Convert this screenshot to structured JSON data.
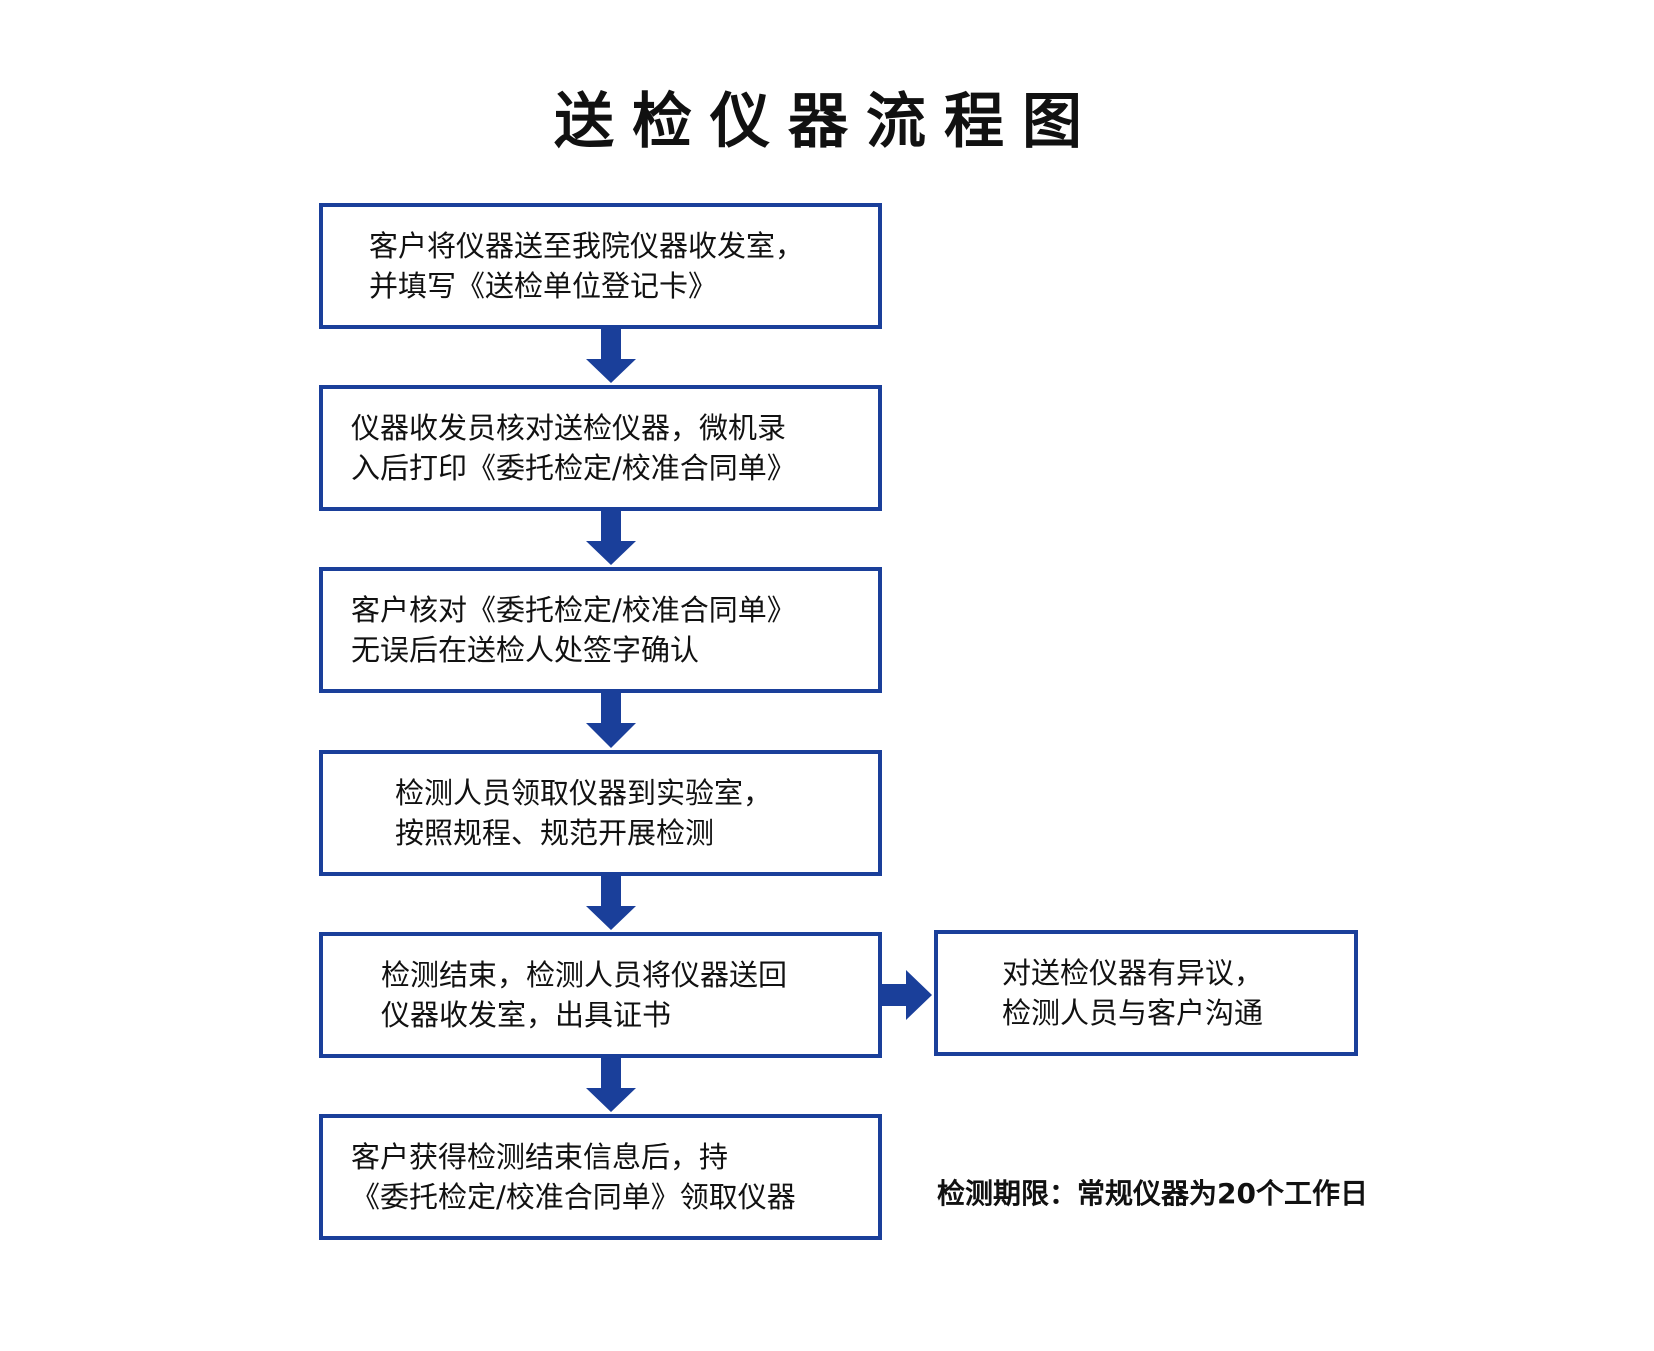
{
  "title": "送检仪器流程图",
  "steps": [
    {
      "line1": "客户将仪器送至我院仪器收发室，",
      "line2": "并填写《送检单位登记卡》"
    },
    {
      "line1": "仪器收发员核对送检仪器，微机录",
      "line2": "入后打印《委托检定/校准合同单》"
    },
    {
      "line1": "客户核对《委托检定/校准合同单》",
      "line2": "无误后在送检人处签字确认"
    },
    {
      "line1": "检测人员领取仪器到实验室，",
      "line2": "按照规程、规范开展检测"
    },
    {
      "line1": "检测结束，检测人员将仪器送回",
      "line2": "仪器收发室，出具证书"
    },
    {
      "line1": "客户获得检测结束信息后，持",
      "line2": "《委托检定/校准合同单》领取仪器"
    }
  ],
  "side_step": {
    "line1": "对送检仪器有异议，",
    "line2": "检测人员与客户沟通"
  },
  "note": "检测期限：常规仪器为20个工作日",
  "colors": {
    "accent": "#1a3f9a",
    "text": "#111111",
    "background": "#ffffff"
  }
}
